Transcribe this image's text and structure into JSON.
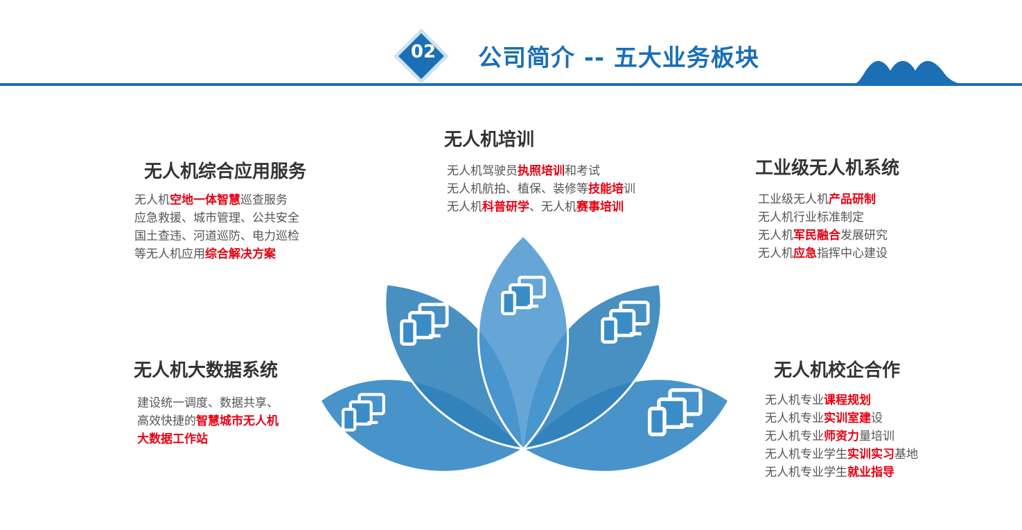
{
  "header": {
    "badge": "02",
    "title": "公司简介 -- 五大业务板块",
    "accent_color": "#1a6fb5",
    "highlight_color": "#e60012"
  },
  "blocks": [
    {
      "id": "comprehensive",
      "title": "无人机综合应用服务",
      "lines": [
        [
          {
            "t": "无人机",
            "h": false
          },
          {
            "t": "空地一体智慧",
            "h": true
          },
          {
            "t": "巡查服务",
            "h": false
          }
        ],
        [
          {
            "t": "应急救援、城市管理、公共安全",
            "h": false
          }
        ],
        [
          {
            "t": "国土查违、河道巡防、电力巡检",
            "h": false
          }
        ],
        [
          {
            "t": "等无人机应用",
            "h": false
          },
          {
            "t": "综合解决方案",
            "h": true
          }
        ]
      ]
    },
    {
      "id": "training",
      "title": "无人机培训",
      "lines": [
        [
          {
            "t": "无人机驾驶员",
            "h": false
          },
          {
            "t": "执照培训",
            "h": true
          },
          {
            "t": "和考试",
            "h": false
          }
        ],
        [
          {
            "t": "无人机航拍、植保、装修等",
            "h": false
          },
          {
            "t": "技能培",
            "h": true
          },
          {
            "t": "训",
            "h": false
          }
        ],
        [
          {
            "t": "无人机",
            "h": false
          },
          {
            "t": "科普研学",
            "h": true
          },
          {
            "t": "、无人机",
            "h": false
          },
          {
            "t": "赛事培训",
            "h": true
          }
        ]
      ]
    },
    {
      "id": "industrial",
      "title": "工业级无人机系统",
      "lines": [
        [
          {
            "t": "工业级无人机",
            "h": false
          },
          {
            "t": "产品研制",
            "h": true
          }
        ],
        [
          {
            "t": "无人机行业标准制定",
            "h": false
          }
        ],
        [
          {
            "t": "无人机",
            "h": false
          },
          {
            "t": "军民融合",
            "h": true
          },
          {
            "t": "发展研究",
            "h": false
          }
        ],
        [
          {
            "t": "无人机",
            "h": false
          },
          {
            "t": "应急",
            "h": true
          },
          {
            "t": "指挥中心建设",
            "h": false
          }
        ]
      ]
    },
    {
      "id": "bigdata",
      "title": "无人机大数据系统",
      "lines": [
        [
          {
            "t": "建设统一调度、数据共享、",
            "h": false
          }
        ],
        [
          {
            "t": "高效快捷的",
            "h": false
          },
          {
            "t": "智慧城市无人机",
            "h": true
          }
        ],
        [
          {
            "t": "大数据工作站",
            "h": true
          }
        ]
      ]
    },
    {
      "id": "school",
      "title": "无人机校企合作",
      "lines": [
        [
          {
            "t": "无人机专业",
            "h": false
          },
          {
            "t": "课程规划",
            "h": true
          }
        ],
        [
          {
            "t": "无人机专业",
            "h": false
          },
          {
            "t": "实训室建",
            "h": true
          },
          {
            "t": "设",
            "h": false
          }
        ],
        [
          {
            "t": "无人机专业",
            "h": false
          },
          {
            "t": "师资力",
            "h": true
          },
          {
            "t": "量培训",
            "h": false
          }
        ],
        [
          {
            "t": "无人机专业学生",
            "h": false
          },
          {
            "t": "实训实习",
            "h": true
          },
          {
            "t": "基地",
            "h": false
          }
        ],
        [
          {
            "t": "无人机专业学生",
            "h": false
          },
          {
            "t": "就业指导",
            "h": true
          }
        ]
      ]
    }
  ],
  "lotus": {
    "petal_colors": [
      "#2f7fba",
      "#3a8cc7",
      "#4a97cf"
    ],
    "icon": "devices-icon"
  }
}
